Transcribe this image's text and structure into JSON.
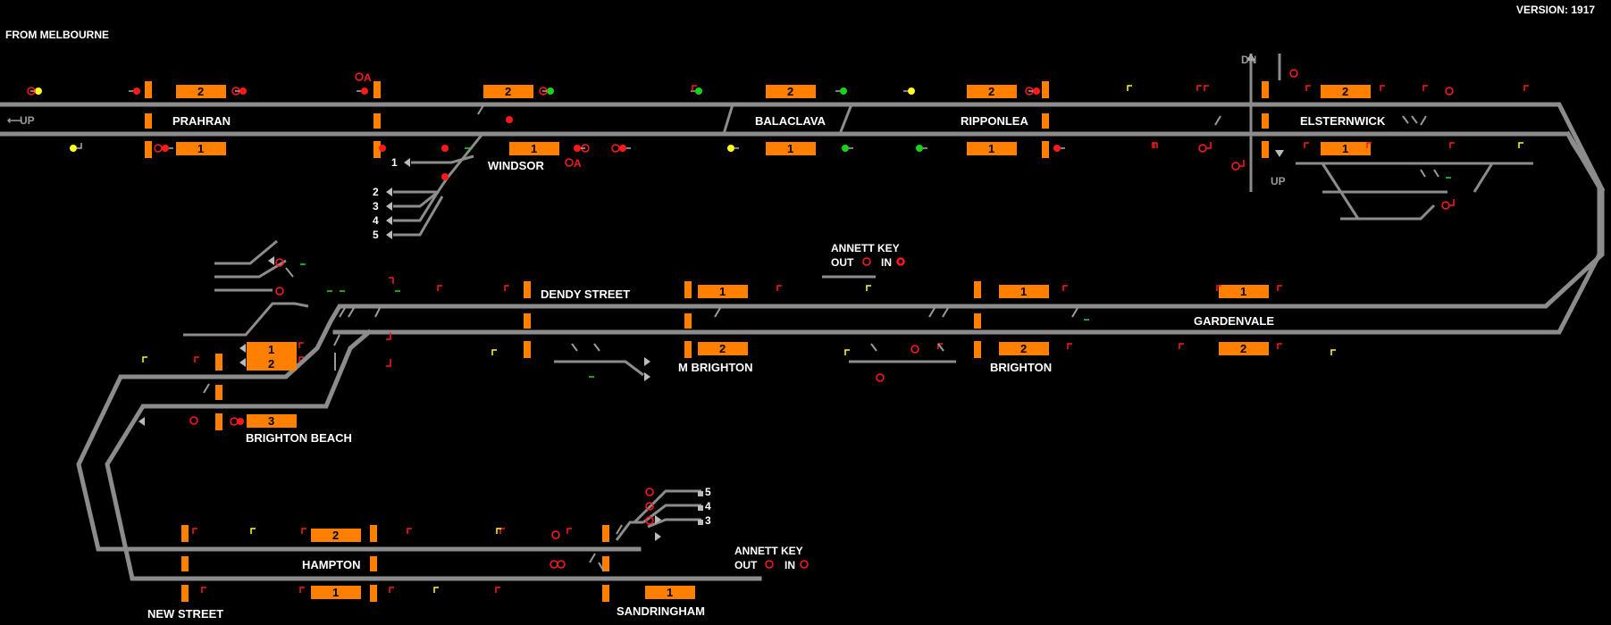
{
  "header": {
    "version": "VERSION: 1917",
    "origin": "FROM MELBOURNE"
  },
  "directions": {
    "up_left": "UP",
    "dn": "DN",
    "up_bottom": "UP"
  },
  "stations": {
    "prahran": "PRAHRAN",
    "windsor": "WINDSOR",
    "balaclava": "BALACLAVA",
    "ripponlea": "RIPPONLEA",
    "elsternwick": "ELSTERNWICK",
    "dendy_street": "DENDY STREET",
    "gardenvale": "GARDENVALE",
    "m_brighton": "M BRIGHTON",
    "brighton": "BRIGHTON",
    "brighton_beach": "BRIGHTON BEACH",
    "hampton": "HAMPTON",
    "new_street": "NEW STREET",
    "sandringham": "SANDRINGHAM"
  },
  "annett_key_1": {
    "title": "ANNETT KEY",
    "out": "OUT",
    "in": "IN"
  },
  "annett_key_2": {
    "title": "ANNETT KEY",
    "out": "OUT",
    "in": "IN"
  },
  "platform_numbers": {
    "prahran_2": "2",
    "prahran_1": "1",
    "windsor_2": "2",
    "windsor_1": "1",
    "balaclava_2": "2",
    "balaclava_1": "1",
    "ripponlea_2": "2",
    "ripponlea_1": "1",
    "elsternwick_2": "2",
    "elsternwick_1": "1",
    "dendy_1": "1",
    "mbrighton_2": "2",
    "gardenvale_1": "1",
    "brighton_2": "2",
    "gardenvale_2": "2",
    "gardenvale_1b": "1",
    "bbeach_1": "1",
    "bbeach_2": "2",
    "bbeach_3": "3",
    "hampton_2": "2",
    "hampton_1": "1",
    "sandringham_1": "1"
  },
  "sidings": {
    "windsor_1": "1",
    "windsor_2": "2",
    "windsor_3": "3",
    "windsor_4": "4",
    "windsor_5": "5",
    "sand_5": "5",
    "sand_4": "4",
    "sand_3": "3"
  },
  "signal_tags": {
    "prahran_a": "A",
    "windsor_a": "A"
  },
  "colors": {
    "background": "#000000",
    "track": "#8c8c8c",
    "platform": "#ff7f00",
    "signal_red": "#ff1a1a",
    "signal_green": "#19d419",
    "signal_yellow": "#ffff22"
  }
}
